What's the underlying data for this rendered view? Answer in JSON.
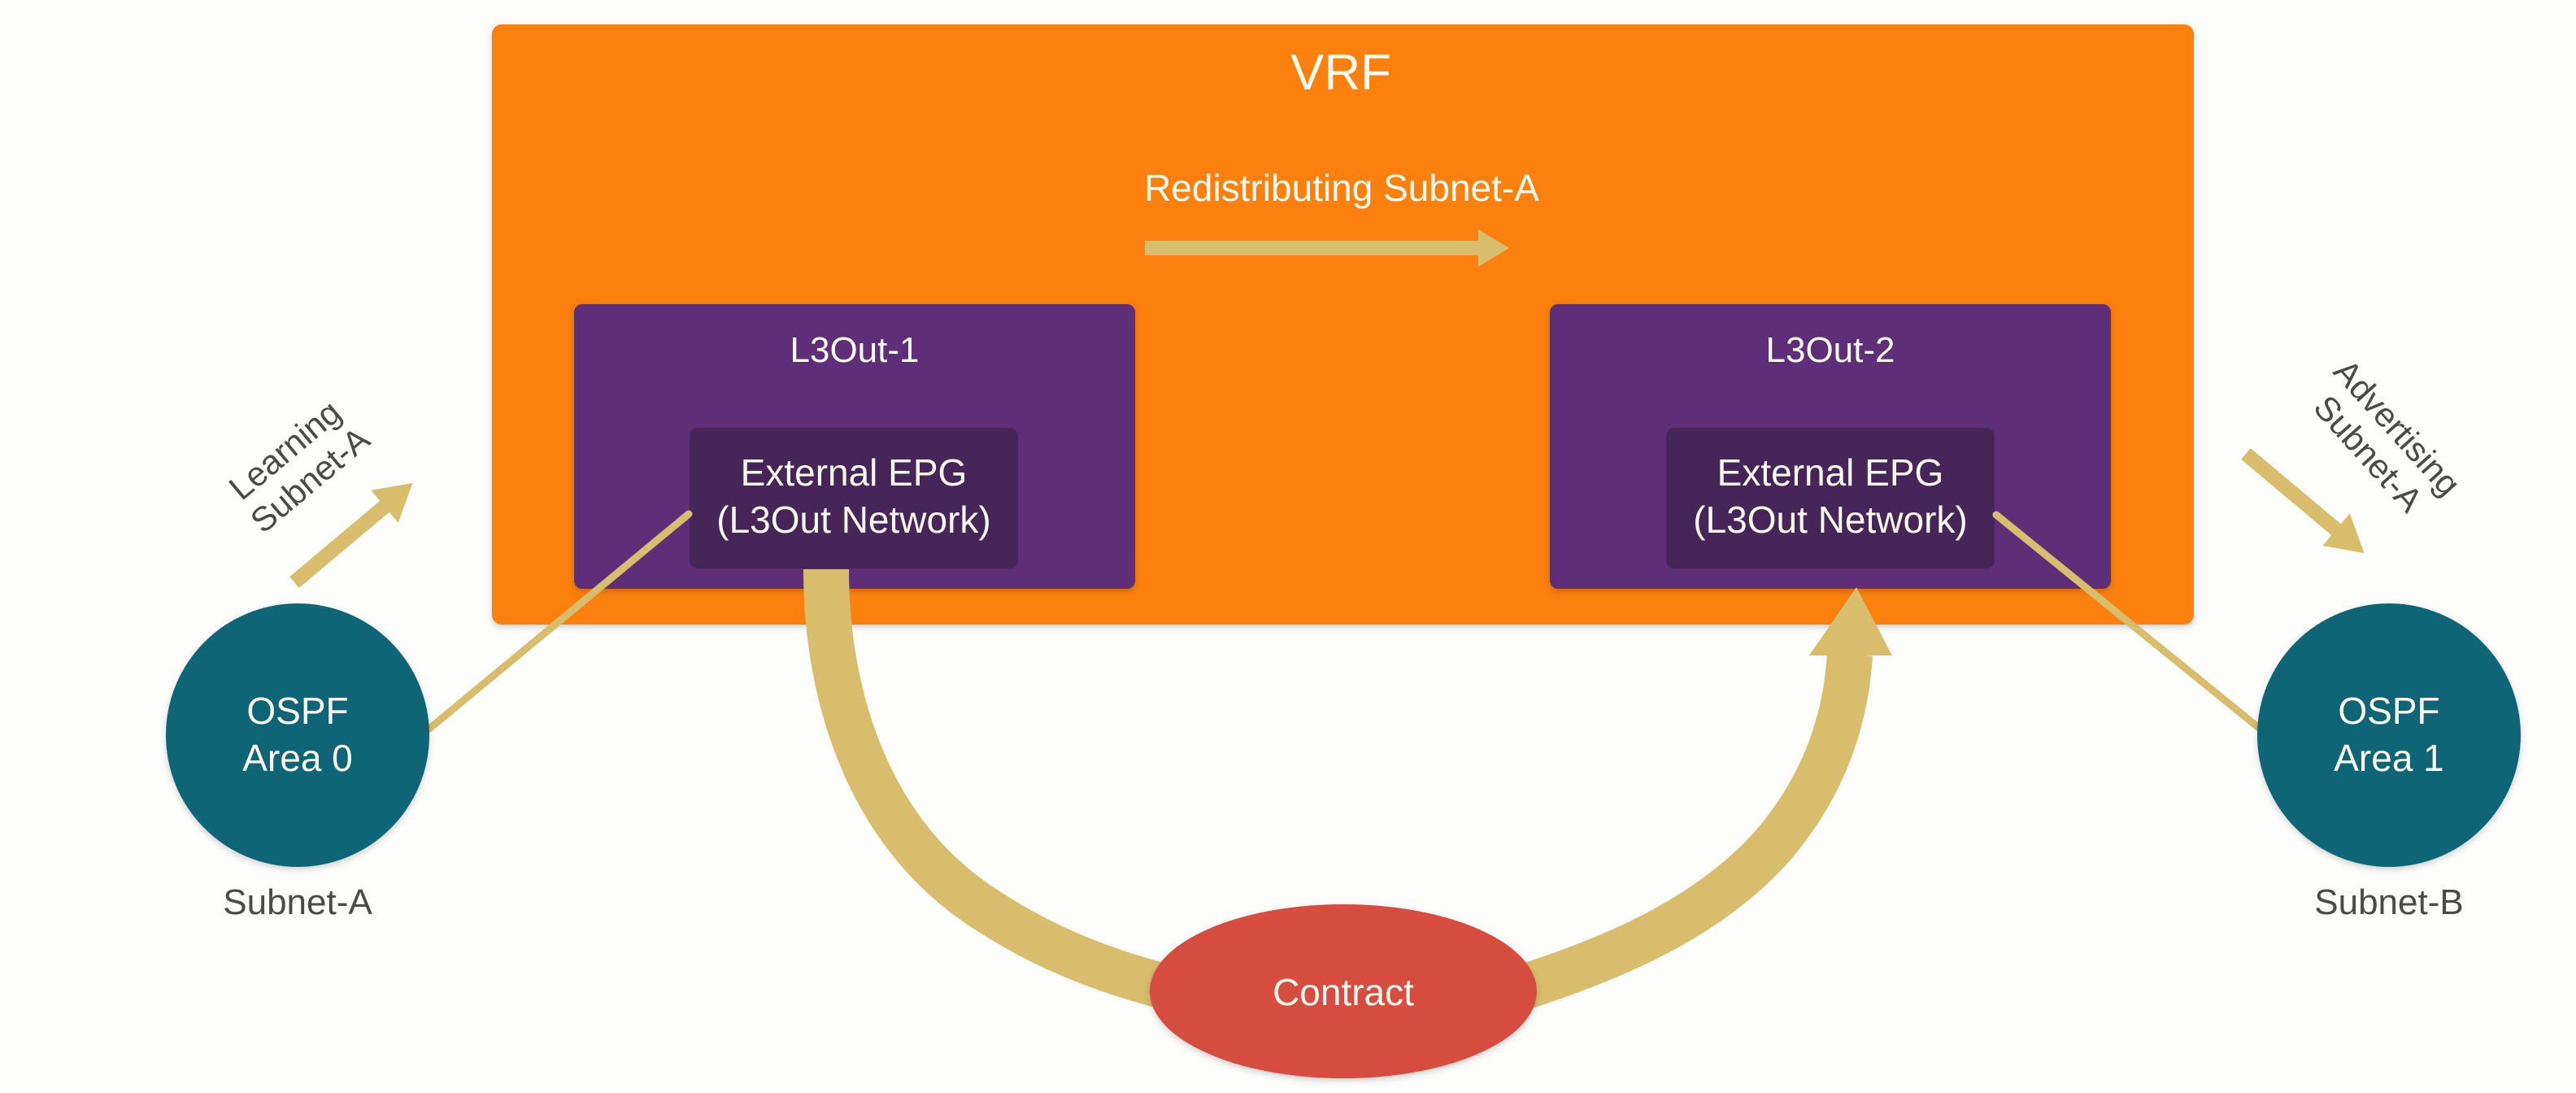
{
  "colors": {
    "background": "#fdfdfc",
    "vrf": "#fb8008",
    "l3out": "#5e2f78",
    "epg": "#472558",
    "arrow": "#d7bd6c",
    "ospf": "#0e6574",
    "contract": "#d64d41",
    "light_text": "#fffaf0",
    "dark_text": "#4a4a4a"
  },
  "vrf": {
    "title": "VRF",
    "redistribute_label": "Redistributing Subnet-A"
  },
  "l3outs": [
    {
      "title": "L3Out-1",
      "epg_line1": "External EPG",
      "epg_line2": "(L3Out Network)"
    },
    {
      "title": "L3Out-2",
      "epg_line1": "External EPG",
      "epg_line2": "(L3Out Network)"
    }
  ],
  "ospf": [
    {
      "line1": "OSPF",
      "line2": "Area 0",
      "subnet": "Subnet-A",
      "arrow_label_line1": "Learning",
      "arrow_label_line2": "Subnet-A"
    },
    {
      "line1": "OSPF",
      "line2": "Area 1",
      "subnet": "Subnet-B",
      "arrow_label_line1": "Advertising",
      "arrow_label_line2": "Subnet-A"
    }
  ],
  "contract": {
    "label": "Contract"
  }
}
